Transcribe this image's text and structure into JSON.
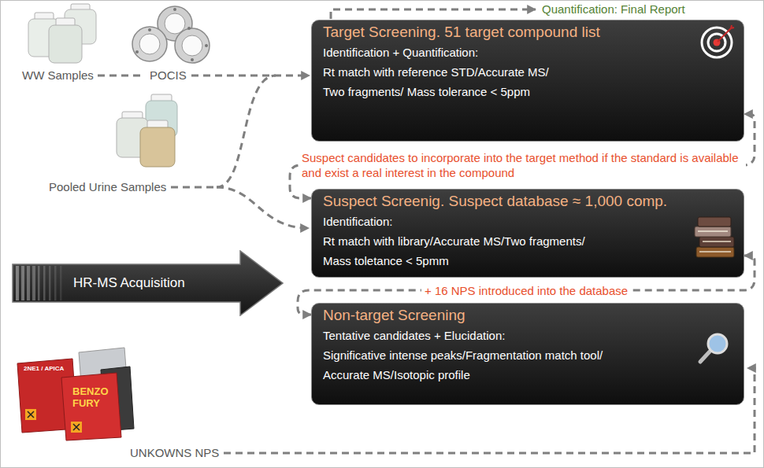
{
  "diagram": {
    "nodes": [
      {
        "text": [
          "Target Screening. 51 target compound list",
          "Identification + Quantification:",
          "Rt match with reference STD/Accurate MS/ Two fragments/ Mass tolerance < 5ppm"
        ]
      },
      {
        "text": [
          "Suspect Screenig. Suspect database ≈ 1,000 comp.",
          "Identification:",
          "Rt match with library/Accurate MS/Two fragments/ Mass toletance < 5pmm"
        ]
      },
      {
        "text": [
          "Non-target Screening",
          "Tentative candidates + Elucidation:",
          "Significative intense peaks/Fragmentation match tool/ Accurate MS/Isotopic profile"
        ]
      },
      {
        "text": [
          "HR-MS Acquisition"
        ]
      }
    ],
    "edges": [
      {
        "from": 1,
        "to": 0,
        "arrow": "both",
        "label": "Suspect candidates to incorporate into the target method if the standard is available and exist a real interest in the compound"
      },
      {
        "from": 2,
        "to": 1,
        "arrow": "both",
        "label": "+ 16 NPS introduced into the database"
      }
    ],
    "labels": [
      "Quantification: Final Report",
      "WW Samples",
      "POCIS",
      "Pooled Urine Samples",
      "UNKOWNS NPS",
      "2NE1 / APICA",
      "BENZO FURY"
    ]
  }
}
